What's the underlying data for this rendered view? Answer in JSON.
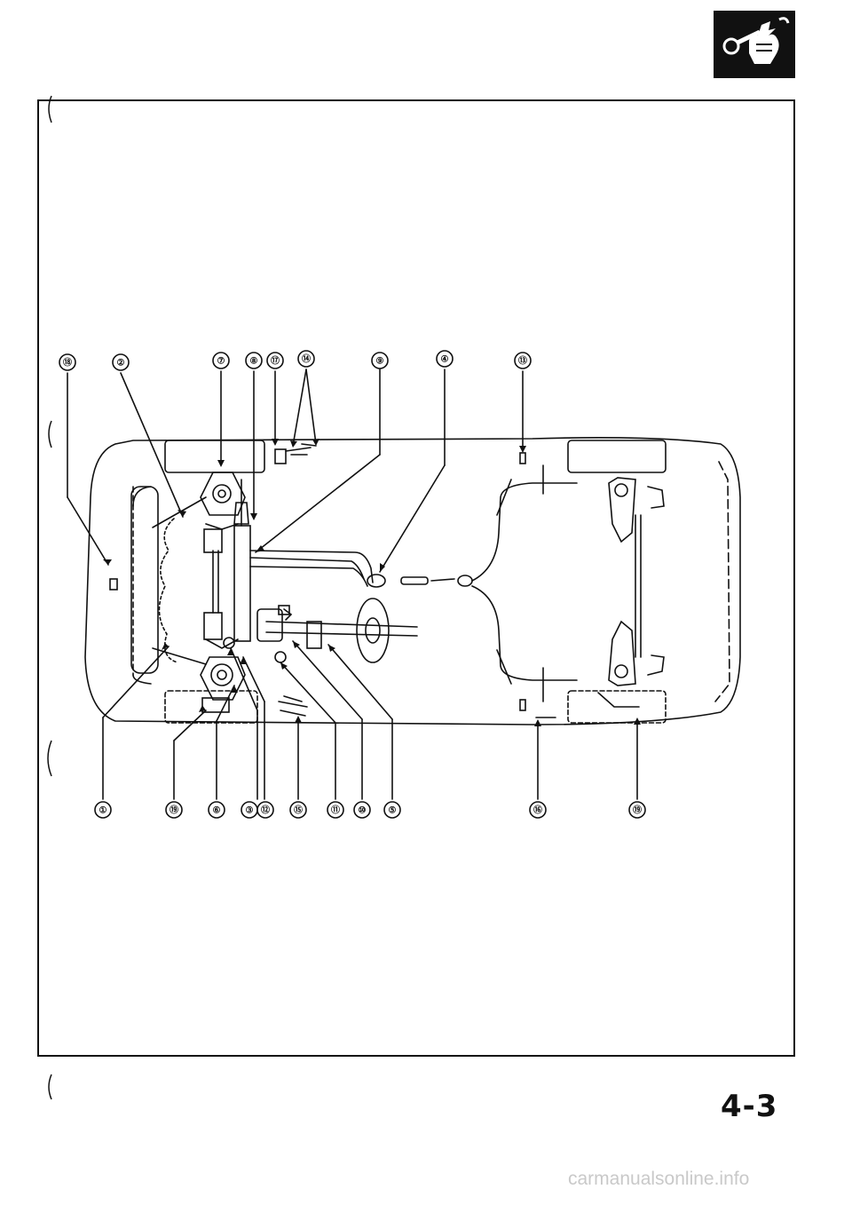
{
  "page": {
    "page_number": "4-3",
    "watermark": "carmanualsonline.info",
    "badge_icon": "tool-in-hand-icon"
  },
  "callouts": {
    "top": [
      "⑱",
      "②",
      "⑦",
      "⑧",
      "⑰",
      "⑭",
      "⑨",
      "④",
      "⑬"
    ],
    "bottom": [
      "①",
      "⑲",
      "⑥",
      "③",
      "⑫",
      "⑮",
      "⑪",
      "⑩",
      "⑤",
      "⑯",
      "⑲"
    ]
  },
  "colors": {
    "ink": "#111111",
    "paper": "#ffffff",
    "watermark": "#c9c9c9"
  }
}
